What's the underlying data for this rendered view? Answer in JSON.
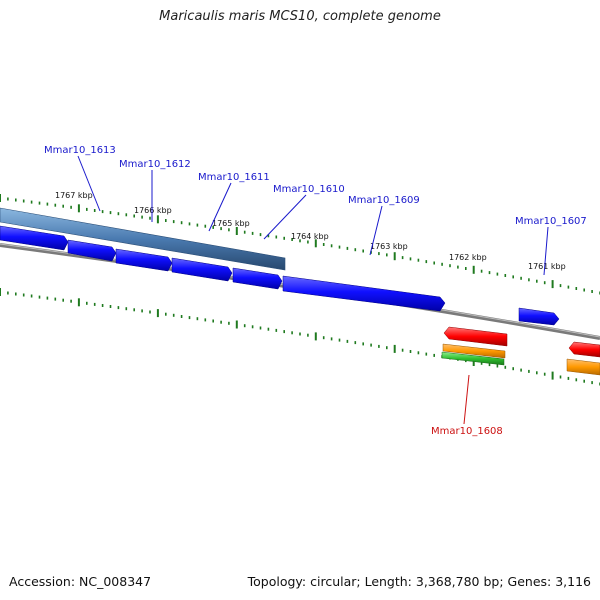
{
  "title": "Maricaulis maris MCS10, complete genome",
  "footer": {
    "accession": "Accession: NC_008347",
    "topology": "Topology: circular; Length: 3,368,780 bp; Genes: 3,116"
  },
  "colors": {
    "cds_forward": "#1a1aff",
    "trna_forward": "#4a7ab0",
    "cds_reverse": "#ff2020",
    "ticks": "#1f7a1f",
    "backbone": "#808080",
    "label_blue": "#1a1acc",
    "label_red": "#cc1111"
  },
  "kbp_labels": [
    {
      "id": "kbp-1767",
      "text": "1767 kbp"
    },
    {
      "id": "kbp-1766",
      "text": "1766 kbp"
    },
    {
      "id": "kbp-1765",
      "text": "1765 kbp"
    },
    {
      "id": "kbp-1764",
      "text": "1764 kbp"
    },
    {
      "id": "kbp-1763",
      "text": "1763 kbp"
    },
    {
      "id": "kbp-1762",
      "text": "1762 kbp"
    },
    {
      "id": "kbp-1761",
      "text": "1761 kbp"
    }
  ],
  "gene_labels": [
    {
      "id": "Mmar10_1613",
      "text": "Mmar10_1613",
      "strand": "forward"
    },
    {
      "id": "Mmar10_1612",
      "text": "Mmar10_1612",
      "strand": "forward"
    },
    {
      "id": "Mmar10_1611",
      "text": "Mmar10_1611",
      "strand": "forward"
    },
    {
      "id": "Mmar10_1610",
      "text": "Mmar10_1610",
      "strand": "forward"
    },
    {
      "id": "Mmar10_1609",
      "text": "Mmar10_1609",
      "strand": "forward"
    },
    {
      "id": "Mmar10_1607",
      "text": "Mmar10_1607",
      "strand": "forward"
    },
    {
      "id": "Mmar10_1608",
      "text": "Mmar10_1608",
      "strand": "reverse"
    }
  ]
}
